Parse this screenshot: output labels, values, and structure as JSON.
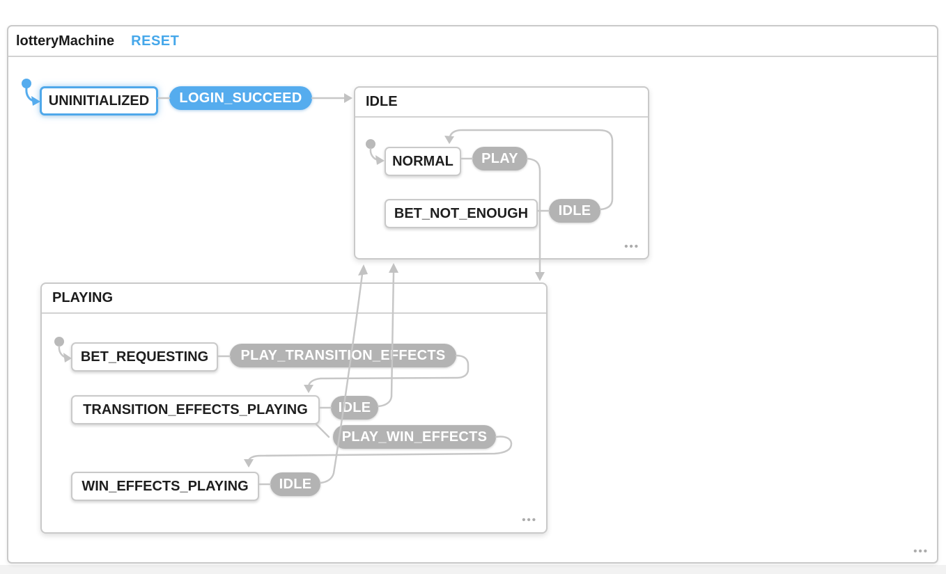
{
  "machine": {
    "title": "lotteryMachine",
    "reset_label": "RESET"
  },
  "events": {
    "login_succeed": {
      "label": "LOGIN_SUCCEED",
      "enabled": true
    }
  },
  "states": {
    "uninitialized": {
      "label": "UNINITIALIZED",
      "active": true
    },
    "idle": {
      "title": "IDLE",
      "children": {
        "normal": {
          "label": "NORMAL",
          "initial": true
        },
        "bet_not_enough": {
          "label": "BET_NOT_ENOUGH"
        }
      },
      "events": {
        "play": {
          "label": "PLAY",
          "enabled": false
        },
        "idle": {
          "label": "IDLE",
          "enabled": false
        }
      }
    },
    "playing": {
      "title": "PLAYING",
      "children": {
        "bet_requesting": {
          "label": "BET_REQUESTING",
          "initial": true
        },
        "transition_effects_playing": {
          "label": "TRANSITION_EFFECTS_PLAYING"
        },
        "win_effects_playing": {
          "label": "WIN_EFFECTS_PLAYING"
        }
      },
      "events": {
        "play_transition_effects": {
          "label": "PLAY_TRANSITION_EFFECTS",
          "enabled": false
        },
        "idle_from_transition": {
          "label": "IDLE",
          "enabled": false
        },
        "play_win_effects": {
          "label": "PLAY_WIN_EFFECTS",
          "enabled": false
        },
        "idle_from_win": {
          "label": "IDLE",
          "enabled": false
        }
      }
    }
  },
  "ui": {
    "ellipsis": "•••"
  },
  "colors": {
    "active_blue": "#4FA8EA",
    "event_enabled_bg": "#55ACEE",
    "event_disabled_bg": "#B3B3B3",
    "edge_gray": "#C7C7C7",
    "reset_link": "#45A7EA"
  }
}
